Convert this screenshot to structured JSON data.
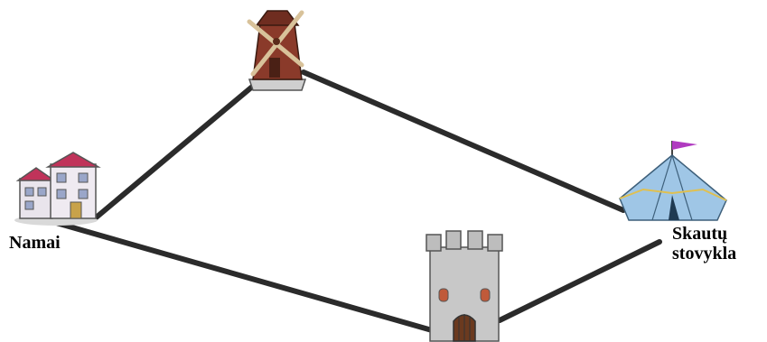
{
  "labels": {
    "home": "Namai",
    "camp_line1": "Skautų",
    "camp_line2": "stovykla"
  },
  "nodes": [
    {
      "id": "home",
      "icon": "house-icon"
    },
    {
      "id": "windmill",
      "icon": "windmill-icon"
    },
    {
      "id": "camp",
      "icon": "tent-icon"
    },
    {
      "id": "tower",
      "icon": "castle-tower-icon"
    }
  ],
  "edges": [
    {
      "from": "home",
      "to": "windmill"
    },
    {
      "from": "windmill",
      "to": "camp"
    },
    {
      "from": "home",
      "to": "tower"
    },
    {
      "from": "tower",
      "to": "camp"
    }
  ],
  "colors": {
    "path": "#2b2b2b",
    "house_roof": "#c0335a",
    "house_wall": "#e9e4ec",
    "windmill_body": "#8a3a2a",
    "tent_body": "#9fc6e6",
    "tower_stone": "#c8c8c8",
    "flag": "#b03ac0"
  }
}
